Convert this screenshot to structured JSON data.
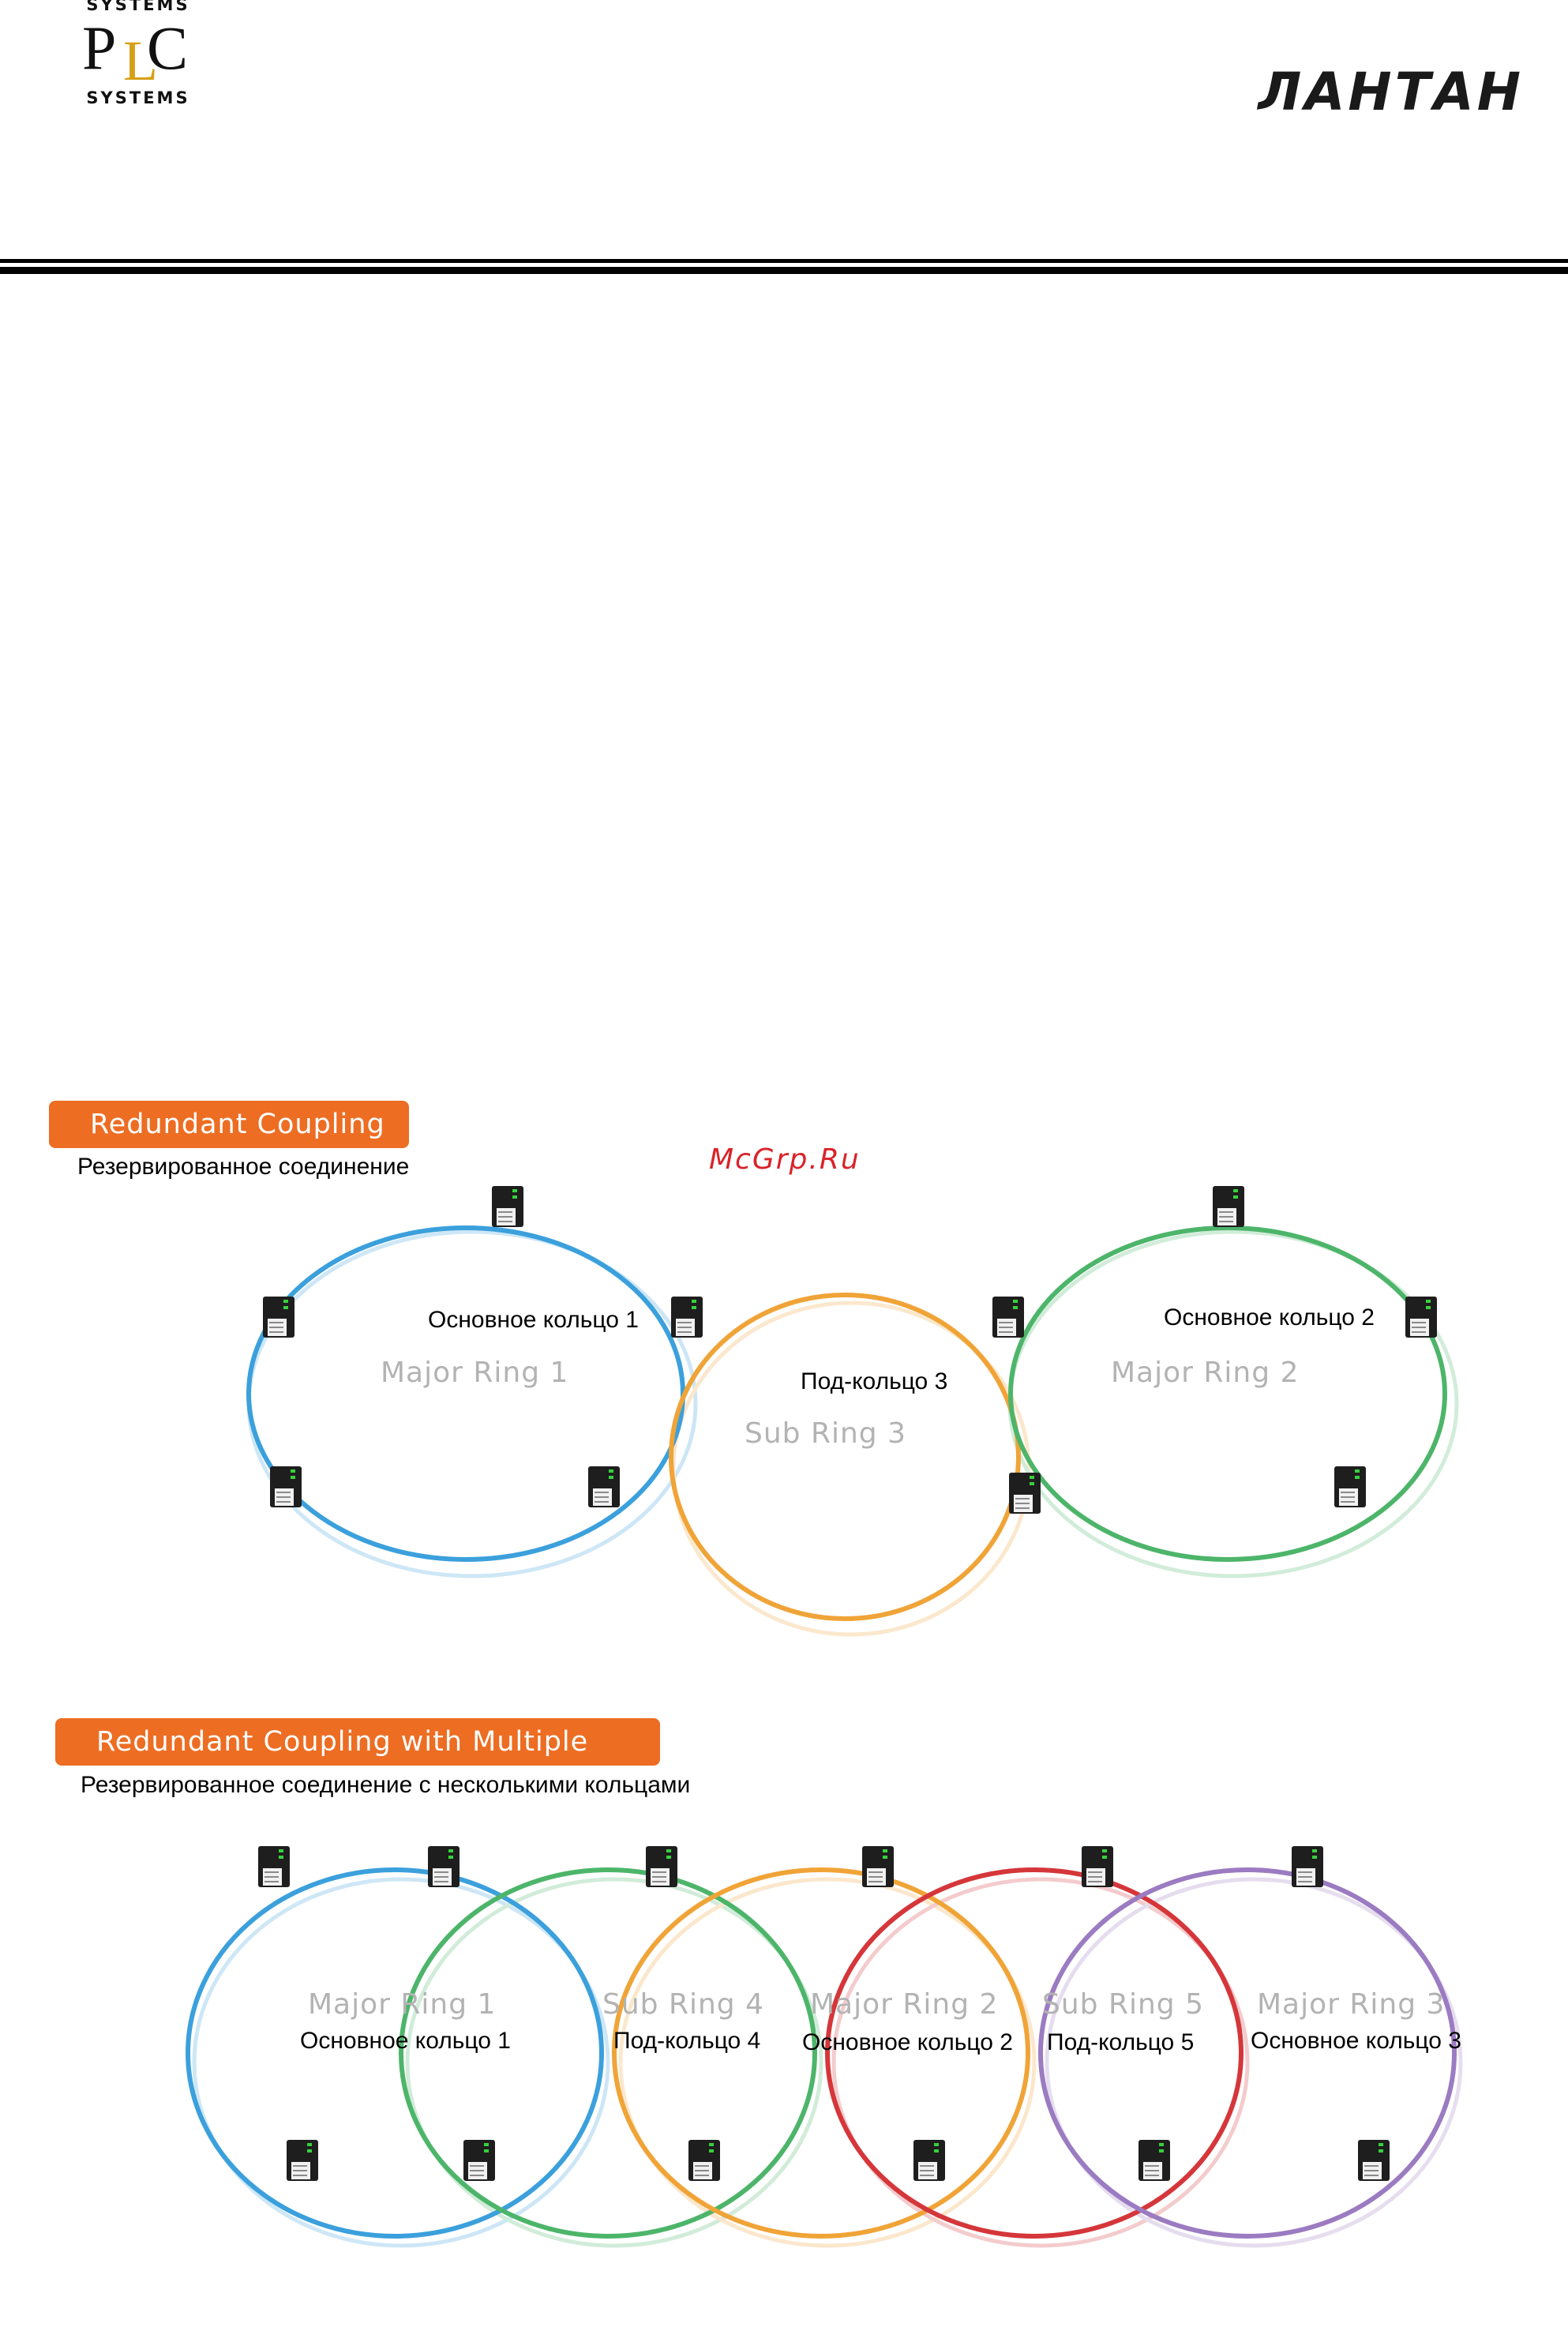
{
  "header": {
    "logo_top": "SYSTEMS",
    "logo_main": [
      "P",
      "L",
      "C"
    ],
    "logo_bottom": "SYSTEMS",
    "brand": "ЛАНТАН"
  },
  "watermark": "McGrp.Ru",
  "diagram1": {
    "banner": "Redundant Coupling",
    "caption": "Резервированное соединение",
    "rings": [
      {
        "ru": "Основное кольцо 1",
        "en": "Major Ring 1",
        "color": "#3ba0dc"
      },
      {
        "ru": "Под-кольцо 3",
        "en": "Sub Ring 3",
        "color": "#f0a437"
      },
      {
        "ru": "Основное кольцо  2",
        "en": "Major Ring 2",
        "color": "#4db56a"
      }
    ]
  },
  "diagram2": {
    "banner": "Redundant Coupling with Multiple Rings",
    "caption": "Резервированное соединение  с  несколькими кольцами",
    "rings": [
      {
        "en": "Major Ring 1",
        "ru": "Основное кольцо 1",
        "color": "#3ba0dc"
      },
      {
        "en": "Sub Ring 4",
        "ru": "Под-кольцо 4",
        "color": "#4db56a"
      },
      {
        "en": "Major Ring 2",
        "ru": "Основное кольцо 2",
        "color": "#f0a437"
      },
      {
        "en": "Sub Ring 5",
        "ru": "Под-кольцо  5",
        "color": "#d5363a"
      },
      {
        "en": "Major Ring 3",
        "ru": "Основное кольцо 3",
        "color": "#9b7bc1"
      }
    ]
  }
}
